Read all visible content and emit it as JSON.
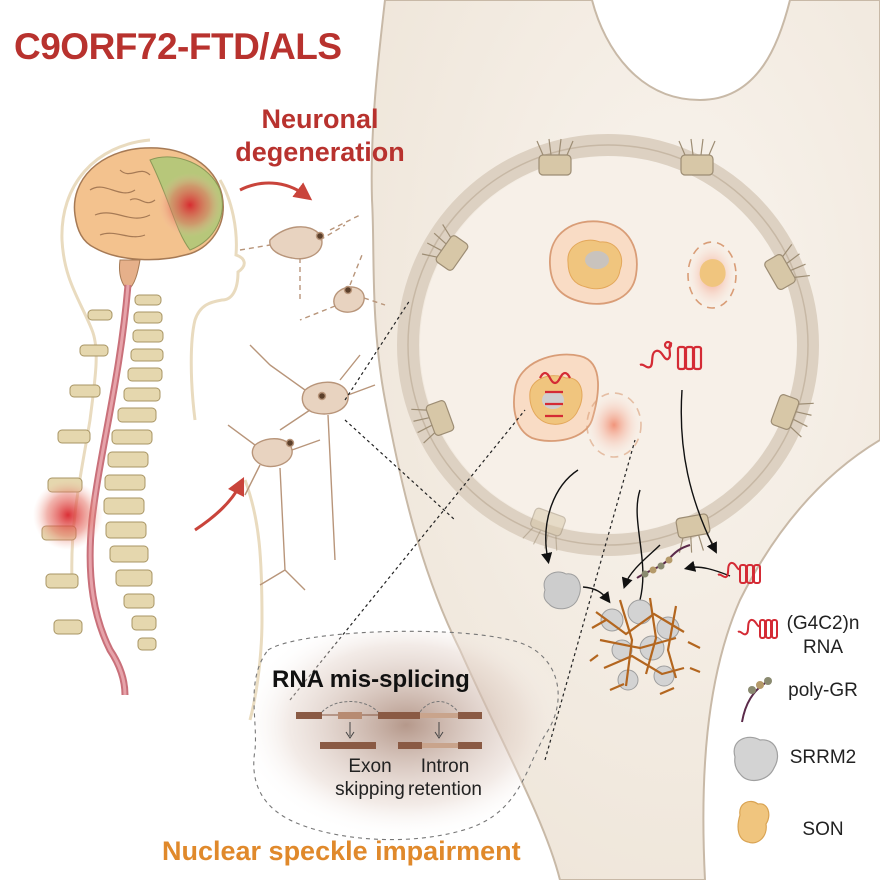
{
  "title": "C9ORF72-FTD/ALS",
  "degeneration": {
    "line1": "Neuronal",
    "line2": "degeneration"
  },
  "splicing": {
    "title": "RNA mis-splicing",
    "exon": {
      "line1": "Exon",
      "line2": "skipping"
    },
    "intron": {
      "line1": "Intron",
      "line2": "retention"
    }
  },
  "speckle_title": "Nuclear speckle impairment",
  "legend": {
    "rna_line1": "(G4C2)n",
    "rna_line2": "RNA",
    "polygr": "poly-GR",
    "srrm2": "SRRM2",
    "son": "SON"
  },
  "colors": {
    "title": "#b8322e",
    "speckle": "#e0892b",
    "rna": "#d42b35",
    "cell": "#f4ece3",
    "envelope": "#ddd1c2",
    "son": "#f0c57e",
    "srrm2": "#cdcdcd"
  }
}
